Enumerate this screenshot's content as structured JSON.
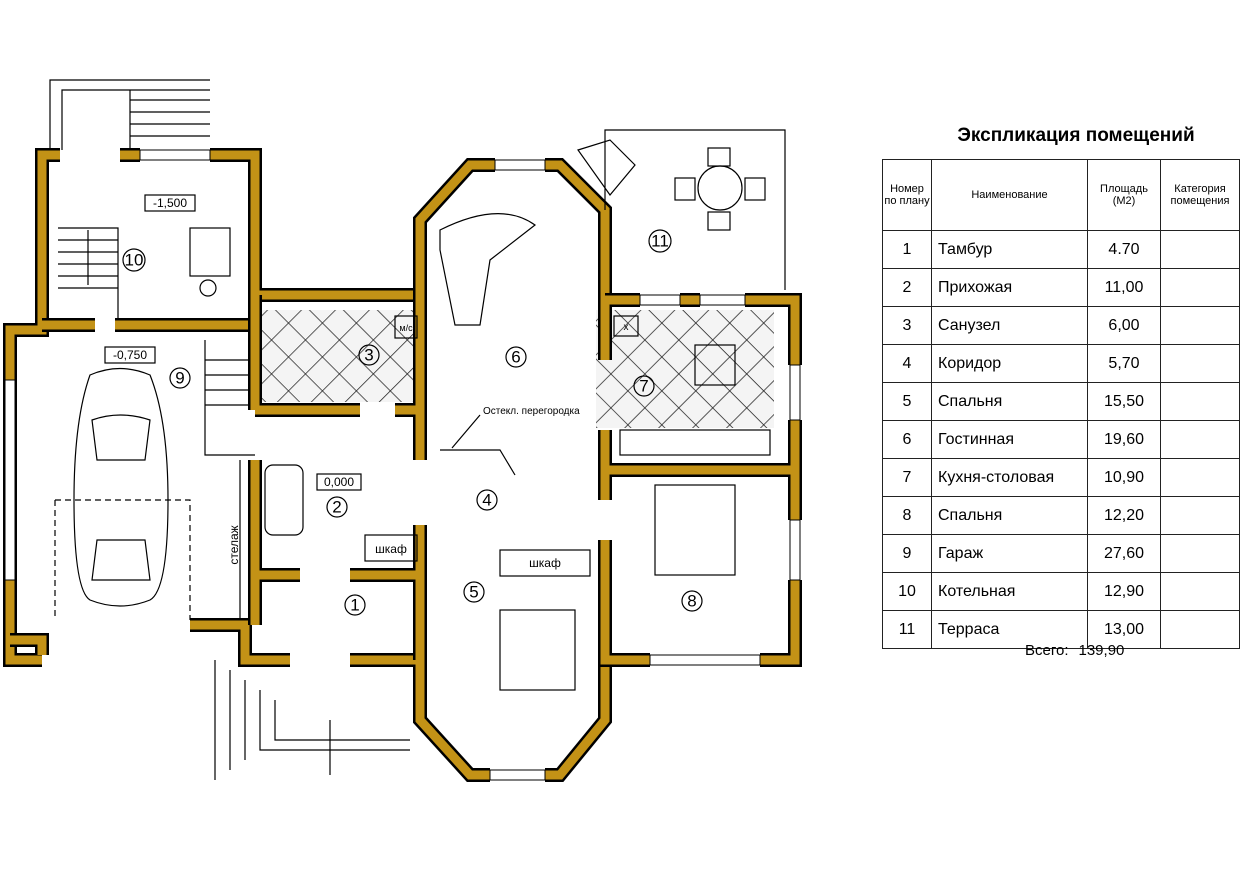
{
  "plan": {
    "rooms": [
      {
        "num": "1"
      },
      {
        "num": "2"
      },
      {
        "num": "3"
      },
      {
        "num": "4"
      },
      {
        "num": "5"
      },
      {
        "num": "6"
      },
      {
        "num": "7"
      },
      {
        "num": "8"
      },
      {
        "num": "9"
      },
      {
        "num": "10"
      },
      {
        "num": "11"
      }
    ],
    "levels": {
      "boiler": "-1,500",
      "garage": "-0,750",
      "hall": "0,000"
    },
    "labels": {
      "wardrobe1": "шкаф",
      "wardrobe2": "шкаф",
      "shelf": "стелаж",
      "wc": "м/с",
      "partition": "Остекл. перегородка",
      "stove": "x"
    },
    "colors": {
      "wall": "#C39216"
    }
  },
  "table": {
    "title": "Экспликация помещений",
    "headers": [
      "Номер по плану",
      "Наименование",
      "Площадь (М2)",
      "Категория помещения"
    ],
    "rows": [
      {
        "n": "1",
        "name": "Тамбур",
        "area": "4.70",
        "cat": ""
      },
      {
        "n": "2",
        "name": "Прихожая",
        "area": "11,00",
        "cat": ""
      },
      {
        "n": "3",
        "name": "Санузел",
        "area": "6,00",
        "cat": ""
      },
      {
        "n": "4",
        "name": "Коридор",
        "area": "5,70",
        "cat": ""
      },
      {
        "n": "5",
        "name": "Спальня",
        "area": "15,50",
        "cat": ""
      },
      {
        "n": "6",
        "name": "Гостинная",
        "area": "19,60",
        "cat": ""
      },
      {
        "n": "7",
        "name": "Кухня-столовая",
        "area": "10,90",
        "cat": ""
      },
      {
        "n": "8",
        "name": "Спальня",
        "area": "12,20",
        "cat": ""
      },
      {
        "n": "9",
        "name": "Гараж",
        "area": "27,60",
        "cat": ""
      },
      {
        "n": "10",
        "name": "Котельная",
        "area": "12,90",
        "cat": ""
      },
      {
        "n": "11",
        "name": "Терраса",
        "area": "13,00",
        "cat": ""
      }
    ],
    "total_label": "Всего:",
    "total_value": "139,90"
  }
}
